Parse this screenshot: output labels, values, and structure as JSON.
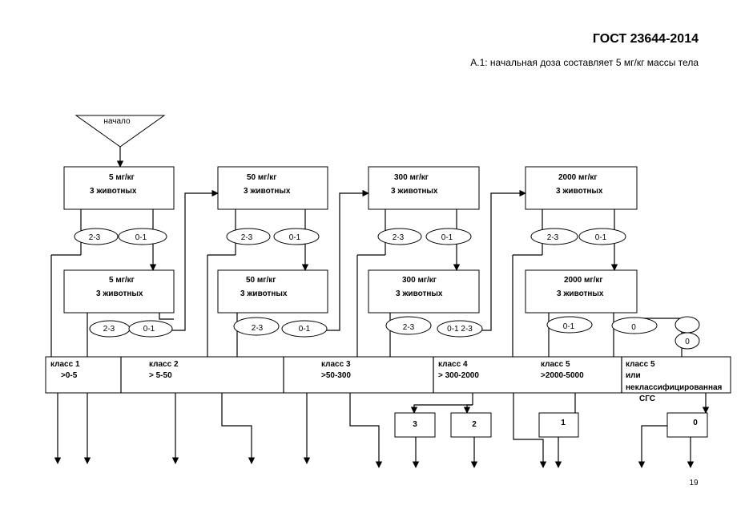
{
  "header": {
    "standard": "ГОСТ 23644-2014",
    "subtitle": "А.1: начальная доза составляет 5 мг/кг массы тела"
  },
  "start_label": "начало",
  "dose_rows": [
    [
      {
        "dose": "5 мг/кг",
        "animals": "3 животных"
      },
      {
        "dose": "50 мг/кг",
        "animals": "3 животных"
      },
      {
        "dose": "300 мг/кг",
        "animals": "3 животных"
      },
      {
        "dose": "2000 мг/кг",
        "animals": "3 животных"
      }
    ],
    [
      {
        "dose": "5 мг/кг",
        "animals": "3 животных"
      },
      {
        "dose": "50 мг/кг",
        "animals": "3 животных"
      },
      {
        "dose": "300 мг/кг",
        "animals": "3 животных"
      },
      {
        "dose": "2000 мг/кг",
        "animals": "3 животных"
      }
    ]
  ],
  "outcomes_top": [
    [
      "2-3",
      "0-1"
    ],
    [
      "2-3",
      "0-1"
    ],
    [
      "2-3",
      "0-1"
    ],
    [
      "2-3",
      "0-1"
    ]
  ],
  "outcomes_bottom": [
    [
      "2-3",
      "0-1"
    ],
    [
      "2-3",
      "0-1"
    ],
    [
      "2-3",
      "0-1 2-3"
    ],
    [
      "0-1",
      "0"
    ]
  ],
  "outcomes_extra": [
    "0"
  ],
  "classes": [
    {
      "name": "класс 1",
      "range": ">0-5"
    },
    {
      "name": "класс 2",
      "range": ">  5-50"
    },
    {
      "name": "класс 3",
      "range": ">50-300"
    },
    {
      "name": "класс 4",
      "range": "> 300-2000"
    },
    {
      "name": "класс 5",
      "range": ">2000-5000"
    },
    {
      "name": "класс 5",
      "line2": "или",
      "line3": "неклассифицированная",
      "line4": "СГС"
    }
  ],
  "result_boxes": [
    "3",
    "2",
    "1",
    "0"
  ],
  "page_number": "19"
}
